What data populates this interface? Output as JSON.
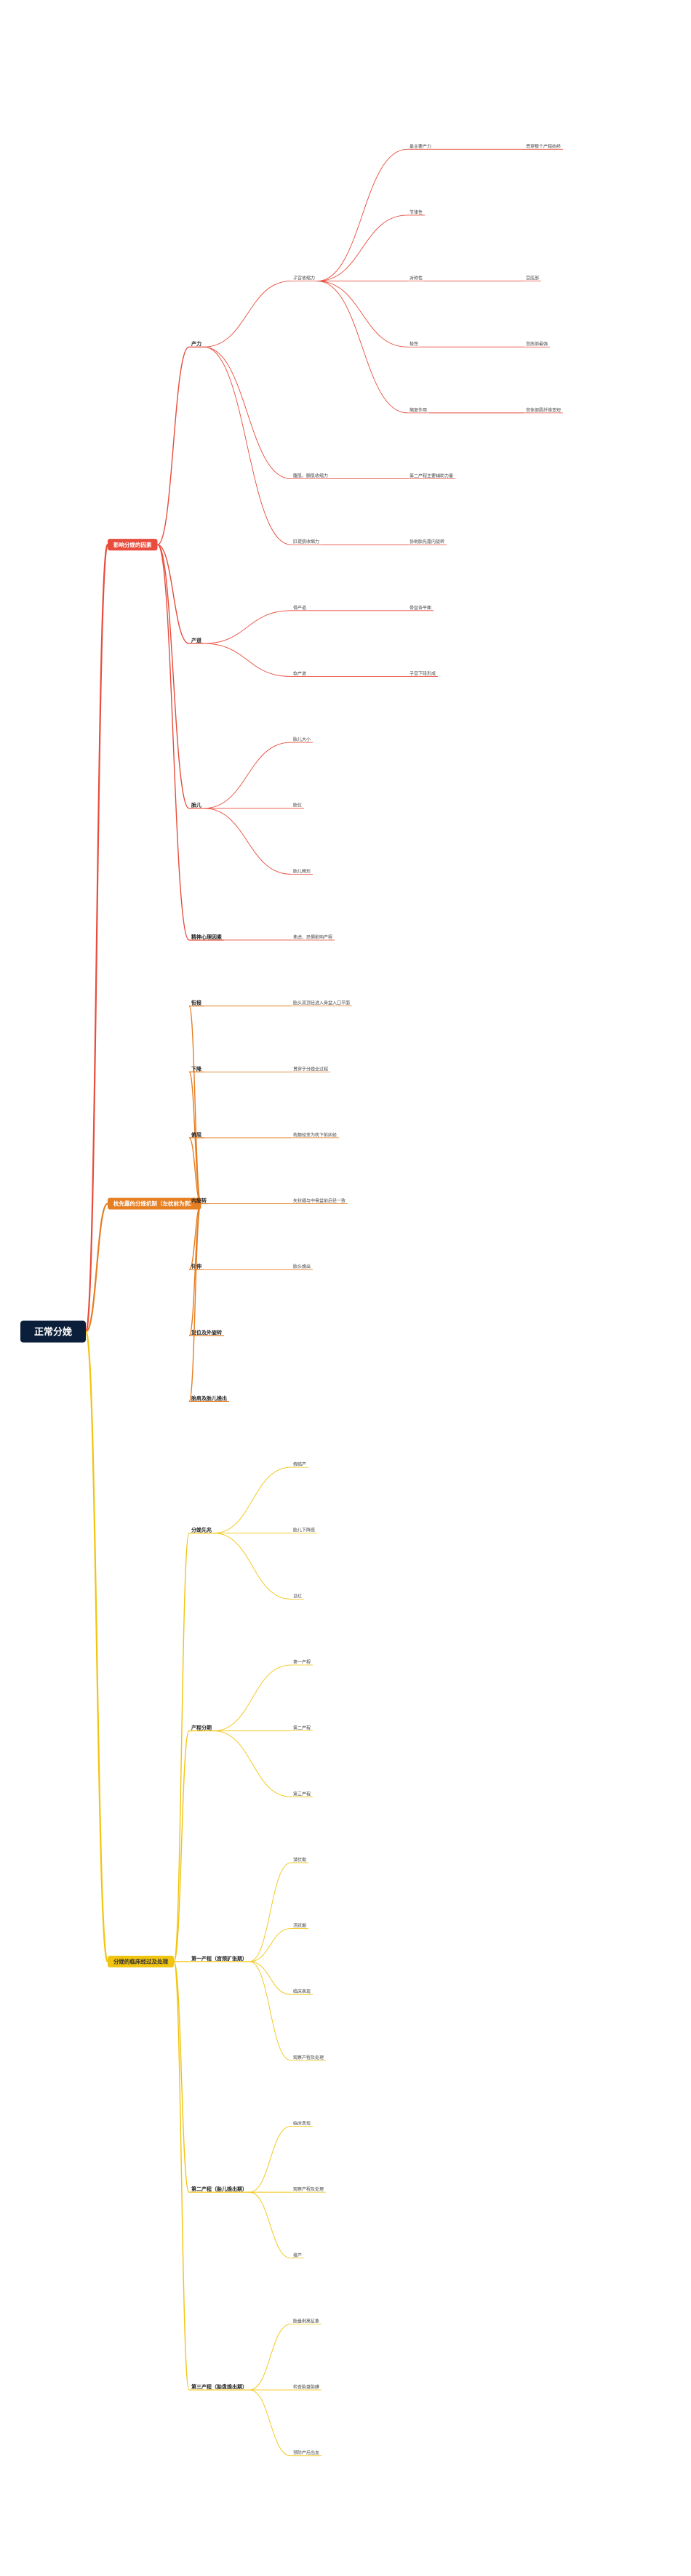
{
  "root": {
    "label": "正常分娩",
    "color": "#0b1f3a"
  },
  "branches": [
    {
      "id": "b1",
      "label": "影响分娩的因素",
      "color": "#e74c3c",
      "children": [
        {
          "label": "产力",
          "children": [
            {
              "label": "子宫收缩力",
              "children": [
                {
                  "label": "最主要产力",
                  "children": [
                    {
                      "label": "贯穿整个产程始终"
                    }
                  ]
                },
                {
                  "label": "节律性"
                },
                {
                  "label": "对称性",
                  "children": [
                    {
                      "label": "宫底部"
                    }
                  ]
                },
                {
                  "label": "极性",
                  "children": [
                    {
                      "label": "宫底部最强"
                    }
                  ]
                },
                {
                  "label": "缩复作用",
                  "children": [
                    {
                      "label": "宫体部肌纤维变短"
                    }
                  ]
                }
              ]
            },
            {
              "label": "腹肌、膈肌收缩力",
              "children": [
                {
                  "label": "第二产程主要辅助力量"
                }
              ]
            },
            {
              "label": "肛提肌收缩力",
              "children": [
                {
                  "label": "协助胎先露内旋转"
                }
              ]
            }
          ]
        },
        {
          "label": "产道",
          "children": [
            {
              "label": "骨产道",
              "children": [
                {
                  "label": "骨盆各平面"
                }
              ]
            },
            {
              "label": "软产道",
              "children": [
                {
                  "label": "子宫下段形成"
                }
              ]
            }
          ]
        },
        {
          "label": "胎儿",
          "children": [
            {
              "label": "胎儿大小"
            },
            {
              "label": "胎位"
            },
            {
              "label": "胎儿畸形"
            }
          ]
        },
        {
          "label": "精神心理因素",
          "children": [
            {
              "label": "焦虑、恐惧影响产程"
            }
          ]
        }
      ]
    },
    {
      "id": "b2",
      "label": "枕先露的分娩机制（左枕前为例）",
      "color": "#e67e22",
      "children": [
        {
          "label": "衔接",
          "children": [
            {
              "label": "胎头双顶径进入骨盆入口平面"
            }
          ]
        },
        {
          "label": "下降",
          "children": [
            {
              "label": "贯穿于分娩全过程"
            }
          ]
        },
        {
          "label": "俯屈",
          "children": [
            {
              "label": "枕额径变为枕下前囟径"
            }
          ]
        },
        {
          "label": "内旋转",
          "children": [
            {
              "label": "矢状缝与中骨盆前后径一致"
            }
          ]
        },
        {
          "label": "仰伸",
          "children": [
            {
              "label": "胎头娩出"
            }
          ]
        },
        {
          "label": "复位及外旋转"
        },
        {
          "label": "胎肩及胎儿娩出"
        }
      ]
    },
    {
      "id": "b3",
      "label": "分娩的临床经过及处理",
      "color": "#f1c40f",
      "children": [
        {
          "label": "分娩先兆",
          "children": [
            {
              "label": "假临产"
            },
            {
              "label": "胎儿下降感"
            },
            {
              "label": "见红"
            }
          ]
        },
        {
          "label": "产程分期",
          "children": [
            {
              "label": "第一产程"
            },
            {
              "label": "第二产程"
            },
            {
              "label": "第三产程"
            }
          ]
        },
        {
          "label": "第一产程（宫颈扩张期）",
          "children": [
            {
              "label": "潜伏期"
            },
            {
              "label": "活跃期"
            },
            {
              "label": "临床表现"
            },
            {
              "label": "观察产程及处理"
            }
          ]
        },
        {
          "label": "第二产程（胎儿娩出期）",
          "children": [
            {
              "label": "临床表现"
            },
            {
              "label": "观察产程及处理"
            },
            {
              "label": "接产"
            }
          ]
        },
        {
          "label": "第三产程（胎盘娩出期）",
          "children": [
            {
              "label": "胎盘剥离征象"
            },
            {
              "label": "检查胎盘胎膜"
            },
            {
              "label": "预防产后出血"
            }
          ]
        }
      ]
    }
  ]
}
